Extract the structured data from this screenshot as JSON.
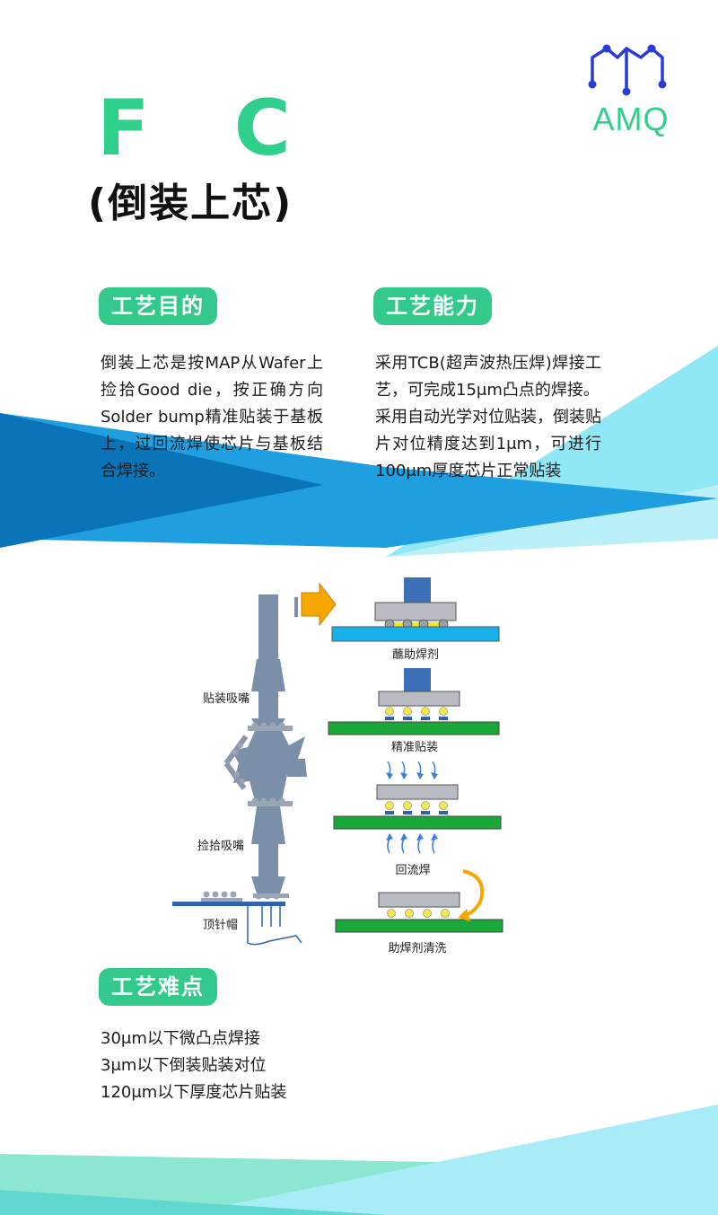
{
  "header": {
    "title": "F C",
    "subtitle": "(倒装上芯)",
    "logo_text": "AMQ"
  },
  "sections": {
    "purpose": {
      "heading": "工艺目的",
      "text": "倒装上芯是按MAP从Wafer上捡拾Good die，按正确方向Solder bump精准贴装于基板上，过回流焊使芯片与基板结合焊接。"
    },
    "capability": {
      "heading": "工艺能力",
      "text_1": "采用TCB(超声波热压焊)焊接工艺，可完成15μm凸点的焊接。",
      "text_2": "采用自动光学对位贴装，倒装贴片对位精度达到1μm，可进行100μm厚度芯片正常贴装"
    },
    "difficulty": {
      "heading": "工艺难点",
      "items": [
        "30μm以下微凸点焊接",
        "3μm以下倒装贴装对位",
        "120μm以下厚度芯片贴装"
      ]
    }
  },
  "diagram": {
    "label_mount_nozzle": "贴装吸嘴",
    "label_pick_nozzle": "捡拾吸嘴",
    "label_ejector": "顶针帽",
    "step_1": "蘸助焊剂",
    "step_2": "精准贴装",
    "step_3": "回流焊",
    "step_4": "助焊剂清洗"
  },
  "colors": {
    "accent_green": "#32c98a",
    "title_green": "#2fcf8c",
    "logo_blue": "#2a3bd6",
    "wedge_blue": "#1f9fe0",
    "wedge_dark": "#0b73b8",
    "wedge_light": "#6fdff2",
    "substrate_green": "#1aa83a",
    "flux_blue": "#18b2ea",
    "arrow_orange": "#f6a800",
    "machine_gray": "#7b8fa8"
  }
}
